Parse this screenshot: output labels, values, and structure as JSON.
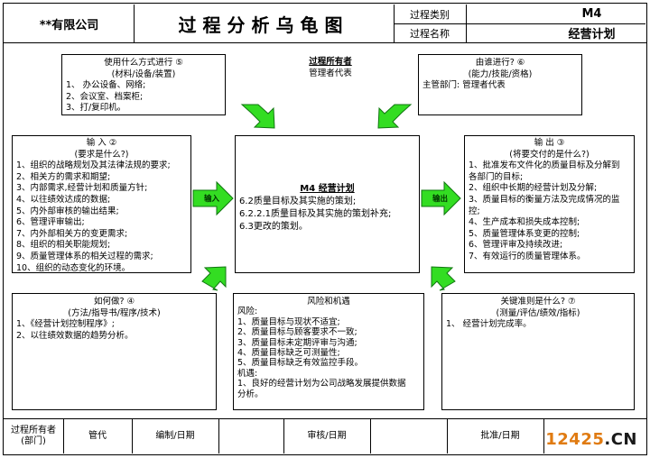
{
  "header": {
    "company": "**有限公司",
    "title": "过程分析乌龟图",
    "process_type_label": "过程类别",
    "process_type_value": "M4",
    "process_name_label": "过程名称",
    "process_name_value": "经营计划"
  },
  "means": {
    "title": "使用什么方式进行 ⑤",
    "subtitle": "(材料/设备/装置)",
    "items": [
      "1、  办公设备、网络;",
      "2、会议室、档案柜;",
      "3、打/复印机。"
    ]
  },
  "owner": {
    "title": "过程所有者",
    "value": "管理者代表"
  },
  "who": {
    "title": "由谁进行? ⑥",
    "subtitle": "(能力/技能/资格)",
    "value": "主管部门: 管理者代表"
  },
  "input": {
    "title": "输  入 ②",
    "subtitle": "(要求是什么?)",
    "items": [
      "1、组织的战略规划及其法律法规的要求;",
      "2、相关方的需求和期望;",
      "3、内部需求,经营计划和质量方针;",
      "4、以往绩效达成的数据;",
      "5、内外部审核的输出结果;",
      "6、管理评审输出;",
      "7、内外部相关方的变更需求;",
      "8、组织的相关职能规划;",
      "9、质量管理体系的相关过程的需求;",
      "10、组织的动态变化的环境。"
    ],
    "arrow_label": "输入"
  },
  "process": {
    "title": "M4  经营计划",
    "items": [
      "6.2质量目标及其实施的策划;",
      "6.2.2.1质量目标及其实施的策划补充;",
      "6.3更改的策划。"
    ]
  },
  "output": {
    "title": "输  出 ③",
    "subtitle": "(将要交付的是什么?)",
    "items": [
      "1、批准发布文件化的质量目标及分解到",
      "各部门的目标;",
      "2、组织中长期的经营计划及分解;",
      "3、质量目标的衡量方法及完成情况的监",
      "控;",
      "4、生产成本和损失成本控制;",
      "5、质量管理体系变更的控制;",
      "6、管理评审及持续改进;",
      "7、有效运行的质量管理体系。"
    ],
    "arrow_label": "输出"
  },
  "how": {
    "title": "如何做? ④",
    "subtitle": "(方法/指导书/程序/技术)",
    "items": [
      "1、《经营计划控制程序》;",
      "2、以往绩效数据的趋势分析。"
    ]
  },
  "risk": {
    "title": "风险和机遇",
    "items": [
      "风险:",
      "1、质量目标与现状不适宜;",
      "2、质量目标与顾客要求不一致;",
      "3、质量目标未定期评审与沟通;",
      "4、质量目标缺乏可测量性;",
      "5、质量目标缺乏有效监控手段。",
      "机遇:",
      "1、良好的经营计划为公司战略发展提供数据",
      "分析。"
    ]
  },
  "kpi": {
    "title": "关键准则是什么? ⑦",
    "subtitle": "(测量/评估/绩效/指标)",
    "items": [
      "1、  经营计划完成率。"
    ]
  },
  "footer": {
    "owner_label": "过程所有者",
    "owner_sub": "(部门)",
    "owner_value": "管代",
    "prepared_label": "编制/日期",
    "reviewed_label": "审核/日期",
    "approved_label": "批准/日期"
  },
  "watermark": {
    "number": "12425",
    "suffix": ".CN"
  },
  "colors": {
    "arrow_fill": "#33dd22",
    "arrow_stroke": "#117711",
    "watermark_orange": "#e07b12"
  }
}
